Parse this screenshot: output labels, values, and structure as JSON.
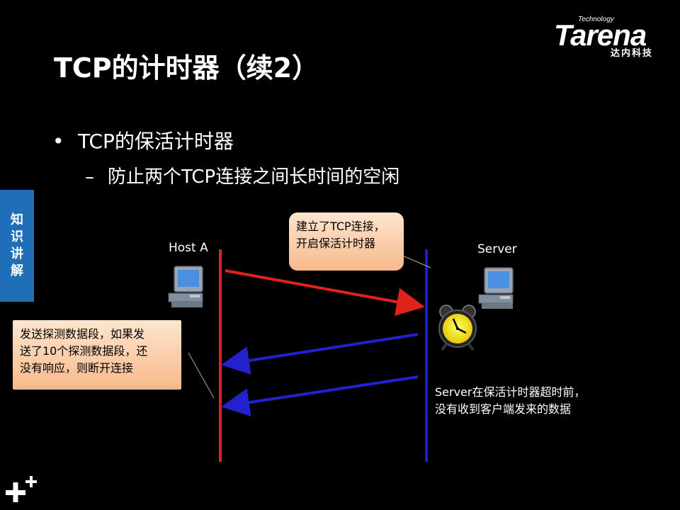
{
  "logo": {
    "tech": "Technology",
    "brand": "Tarena",
    "chinese": "达内科技"
  },
  "title": "TCP的计时器（续2）",
  "bullet": {
    "marker": "•",
    "text": "TCP的保活计时器"
  },
  "sub_bullet": {
    "marker": "–",
    "text": "防止两个TCP连接之间长时间的空闲"
  },
  "side_tab": [
    "知",
    "识",
    "讲",
    "解"
  ],
  "diagram": {
    "host_a_label": "Host A",
    "server_label": "Server",
    "callout_top": [
      "建立了TCP连接，",
      "开启保活计时器"
    ],
    "callout_left": [
      "发送探测数据段，如果发",
      "送了10个探测数据段，还",
      "没有响应，则断开连接"
    ],
    "server_note": [
      "Server在保活计时器超时前，",
      "没有收到客户端发来的数据"
    ]
  },
  "colors": {
    "host_line": "#e0211c",
    "server_line": "#1a1adf",
    "ack_arrow": "#2222cc",
    "tab_blue": "#1e6fb8",
    "callout_fill": "#f8b98a"
  },
  "icons": [
    "computer-icon",
    "alarm-clock-icon",
    "plus-icon"
  ]
}
